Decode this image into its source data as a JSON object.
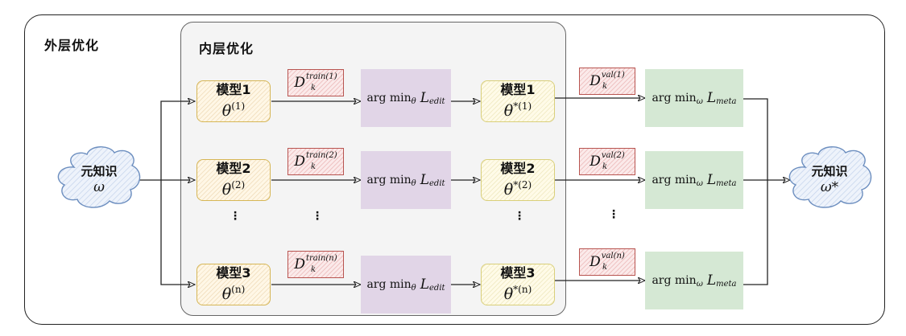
{
  "outer_group": {
    "title": "外层优化"
  },
  "inner_group": {
    "title": "内层优化"
  },
  "meta_knowledge_in": {
    "label": "元知识",
    "symbol": "ω"
  },
  "meta_knowledge_out": {
    "label": "元知识",
    "symbol": "ω*"
  },
  "rows": [
    {
      "model_name": "模型1",
      "theta_sup": "(1)",
      "train_sup": "train(1)",
      "updated_name": "模型1",
      "theta_star_sup": "*(1)",
      "val_sup": "val(1)"
    },
    {
      "model_name": "模型2",
      "theta_sup": "(2)",
      "train_sup": "train(2)",
      "updated_name": "模型2",
      "theta_star_sup": "*(2)",
      "val_sup": "val(2)"
    },
    {
      "model_name": "模型3",
      "theta_sup": "(n)",
      "train_sup": "train(n)",
      "updated_name": "模型3",
      "theta_star_sup": "*(n)",
      "val_sup": "val(n)"
    }
  ],
  "symbols": {
    "theta": "θ",
    "dataset": "D",
    "dataset_sub": "k",
    "argmin": "arg min",
    "edit_var": "θ",
    "meta_var": "ω",
    "loss": "L",
    "edit_loss_sub": "edit",
    "meta_loss_sub": "meta",
    "ellipsis": "⋮"
  },
  "colors": {
    "model_border": "#d6b656",
    "updated_model_border": "#d9cf7a",
    "dataset_border": "#b85450",
    "edit_fill": "#e1d5e7",
    "meta_fill": "#d5e8d4",
    "cloud_border": "#6c8ebf"
  }
}
